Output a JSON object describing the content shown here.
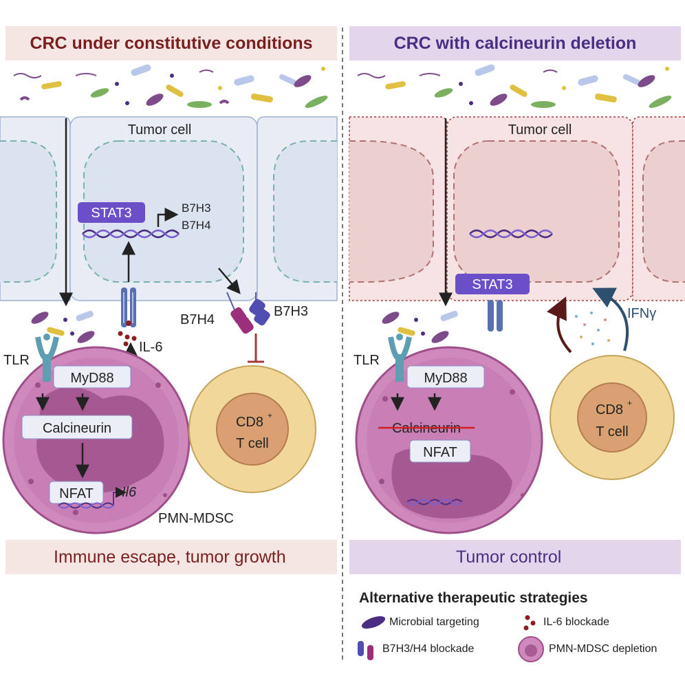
{
  "left_panel": {
    "header": "CRC under constitutive conditions",
    "tumor_cell": "Tumor cell",
    "stat3": "STAT3",
    "b7h3_gene": "B7H3",
    "b7h4_gene": "B7H4",
    "b7h4_protein": "B7H4",
    "b7h3_protein": "B7H3",
    "il6": "IL-6",
    "tlr": "TLR",
    "myd88": "MyD88",
    "calcineurin": "Calcineurin",
    "nfat": "NFAT",
    "il6_gene": "Il6",
    "cd8": "CD8",
    "cd8_sup": "+",
    "tcell": "T cell",
    "pmn_mdsc": "PMN-MDSC",
    "footer": "Immune escape, tumor growth"
  },
  "right_panel": {
    "header": "CRC with calcineurin deletion",
    "tumor_cell": "Tumor cell",
    "stat3": "STAT3",
    "ifng": "IFNγ",
    "tlr": "TLR",
    "myd88": "MyD88",
    "calcineurin": "Calcineurin",
    "nfat": "NFAT",
    "cd8": "CD8",
    "cd8_sup": "+",
    "tcell": "T cell",
    "footer": "Tumor control"
  },
  "strategies": {
    "title": "Alternative therapeutic strategies",
    "microbial": "Microbial targeting",
    "il6_blockade": "IL-6 blockade",
    "b7_blockade": "B7H3/H4 blockade",
    "mdsc_depletion": "PMN-MDSC depletion"
  },
  "colors": {
    "dark_red": "#7a1f1f",
    "purple": "#4b2e83",
    "stat3": "#6a4fc8",
    "mdsc": "#c77fb5",
    "tcell_outer": "#f1d79a",
    "tcell_inner": "#d9a071"
  }
}
